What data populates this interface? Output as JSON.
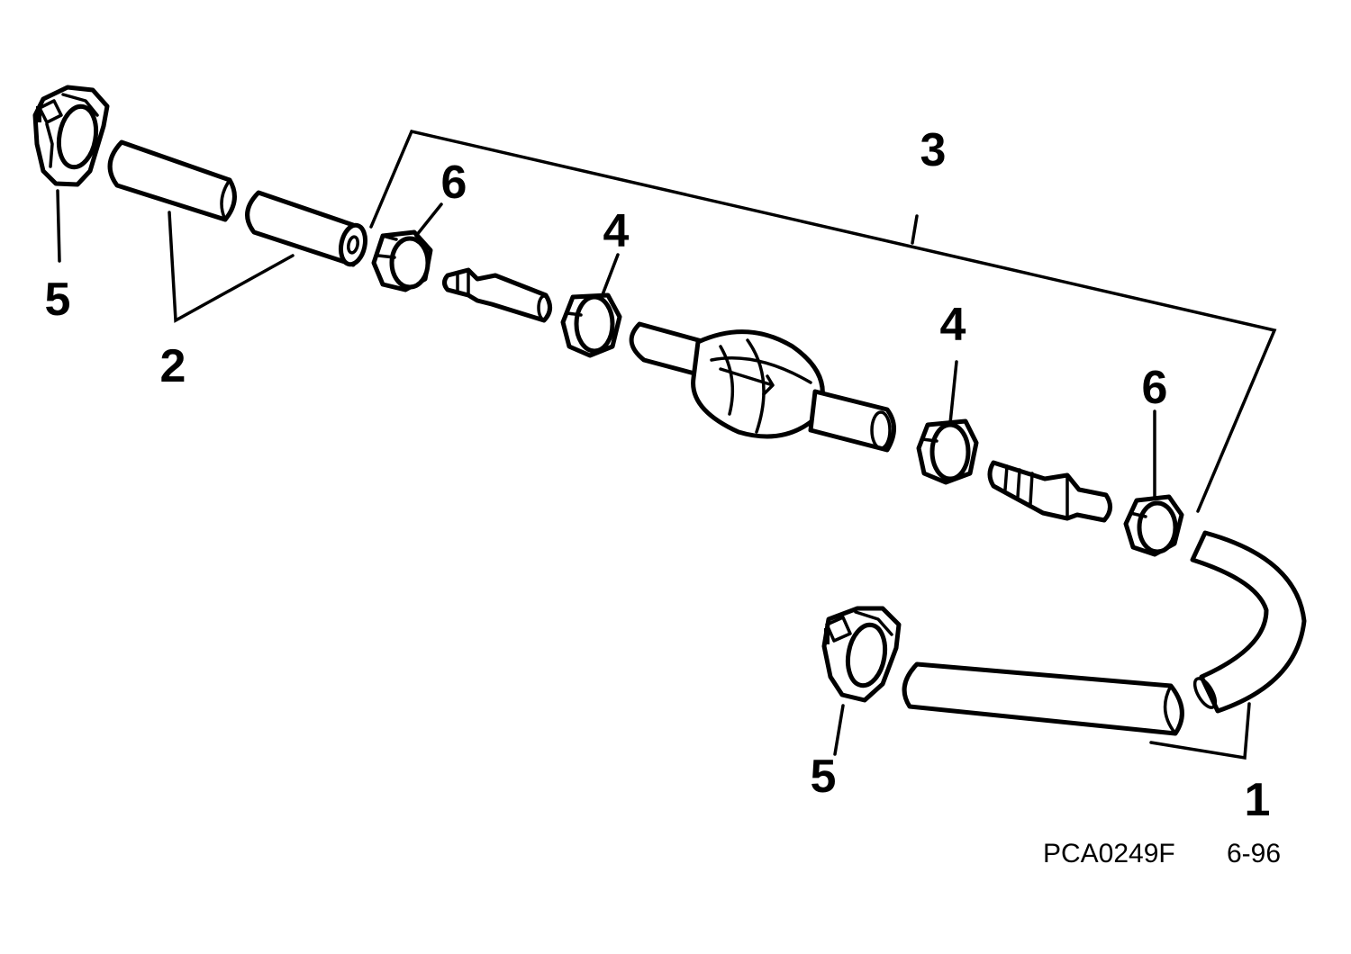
{
  "callouts": {
    "hose_1": "1",
    "hose_2": "2",
    "primer_assembly_3": "3",
    "fitting_4_left": "4",
    "fitting_4_right": "4",
    "clamp_5_top": "5",
    "clamp_5_bottom": "5",
    "nut_6_left": "6",
    "nut_6_right": "6"
  },
  "footer": {
    "drawing_code": "PCA0249F",
    "date_code": "6-96"
  },
  "colors": {
    "ink": "#000000",
    "paper": "#ffffff"
  }
}
